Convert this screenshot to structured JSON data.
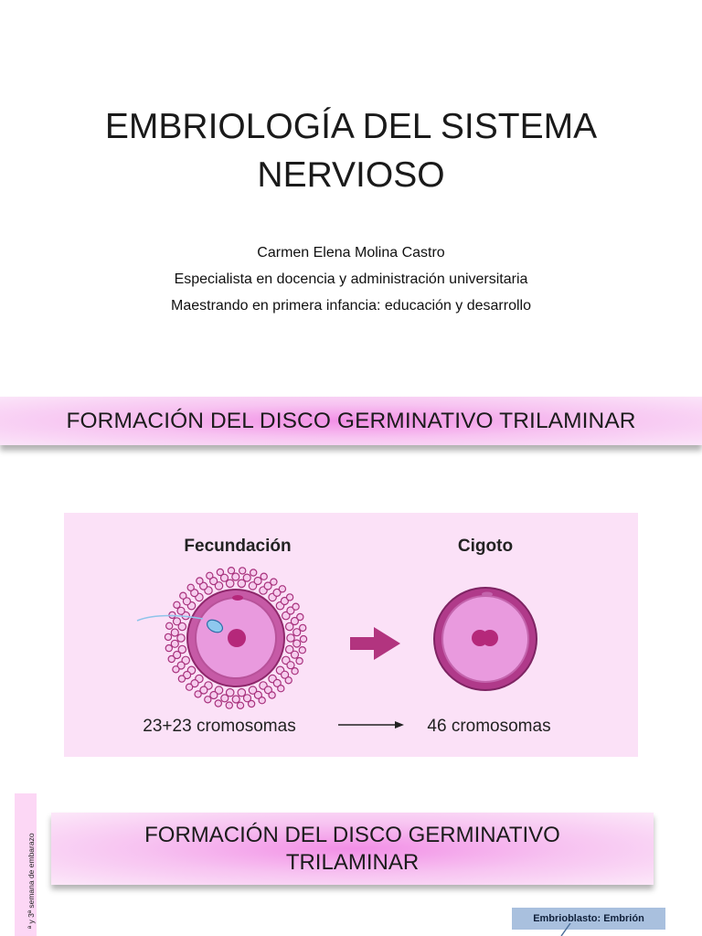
{
  "slide1": {
    "title_line1": "EMBRIOLOGÍA DEL SISTEMA",
    "title_line2": "NERVIOSO",
    "author": "Carmen Elena Molina Castro",
    "role1": "Especialista en docencia y administración universitaria",
    "role2": "Maestrando en primera infancia: educación y desarrollo"
  },
  "slide2": {
    "banner": "FORMACIÓN DEL DISCO GERMINATIVO TRILAMINAR",
    "illustration": {
      "left_heading": "Fecundación",
      "right_heading": "Cigoto",
      "left_caption": "23+23 cromosomas",
      "right_caption": "46 cromosomas",
      "colors": {
        "panel": "#fbe1f7",
        "arrow": "#b2347f",
        "cell_ring": "#a8327d",
        "cell_fill": "#e99ade",
        "nucleus": "#b5287a"
      }
    }
  },
  "slide3": {
    "vertical_label": "ª y 3ª semana de embarazo",
    "banner_line1": "FORMACIÓN DEL DISCO GERMINATIVO",
    "banner_line2": "TRILAMINAR",
    "embrioblasto_label": "Embrioblasto: Embrión"
  }
}
